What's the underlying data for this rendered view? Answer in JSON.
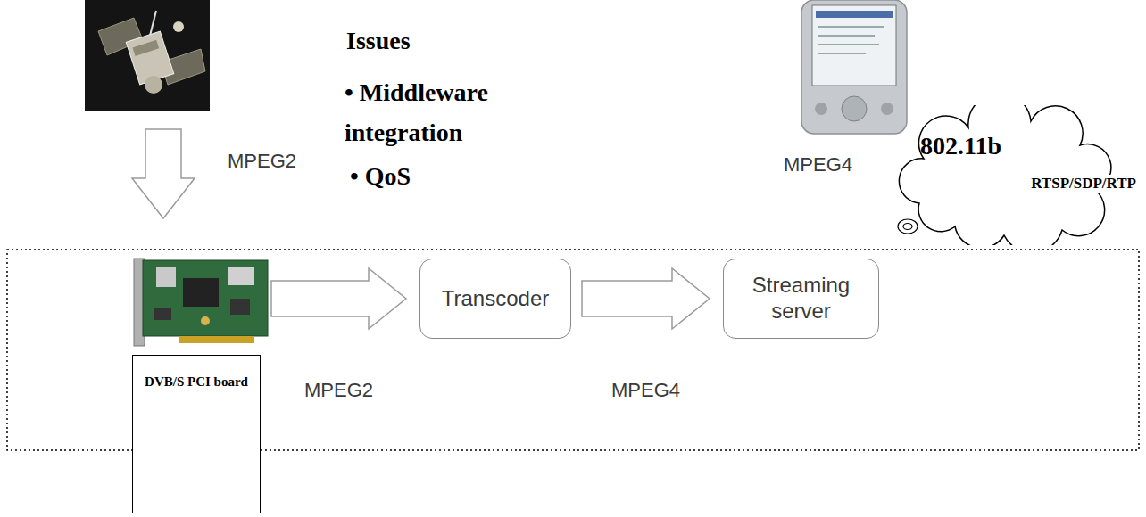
{
  "diagram": {
    "nodes": [
      {
        "text": [
          "802.11b",
          "RTSP/SDP/RTP"
        ]
      },
      {
        "text": [
          "DVB/S PCI board"
        ]
      },
      {
        "text": [
          "Transcoder"
        ]
      },
      {
        "text": [
          "Streaming server"
        ]
      }
    ],
    "edges": [
      {
        "from": 1,
        "to": 2,
        "arrow": "to",
        "label": "MPEG2"
      },
      {
        "from": 2,
        "to": 3,
        "arrow": "to",
        "label": "MPEG4"
      }
    ],
    "labels": [
      "Issues",
      "• Middleware integration",
      "• QoS",
      "MPEG2",
      "MPEG4"
    ]
  }
}
